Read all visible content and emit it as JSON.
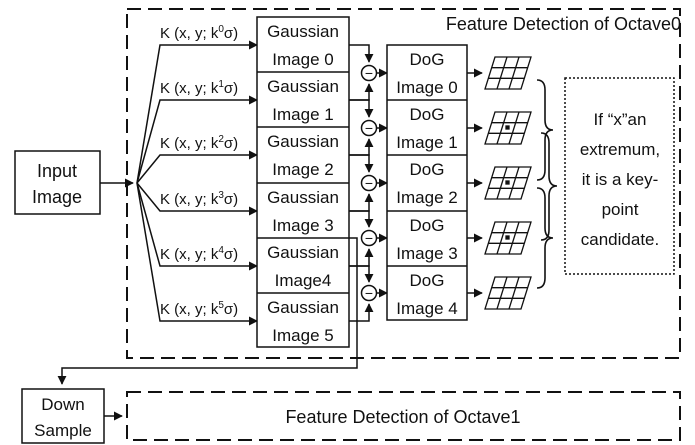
{
  "octave0_title": "Feature Detection of Octave0",
  "octave1_title": "Feature Detection of Octave1",
  "input_box": {
    "line1": "Input",
    "line2": "Image"
  },
  "down_sample_box": {
    "line1": "Down",
    "line2": "Sample"
  },
  "kernels": [
    {
      "prefix": "K (x, y; k",
      "exponent": "0",
      "sigma": "σ)"
    },
    {
      "prefix": "K (x, y; k",
      "exponent": "1",
      "sigma": "σ)"
    },
    {
      "prefix": "K (x, y; k",
      "exponent": "2",
      "sigma": "σ)"
    },
    {
      "prefix": "K (x, y; k",
      "exponent": "3",
      "sigma": "σ)"
    },
    {
      "prefix": "K (x, y; k",
      "exponent": "4",
      "sigma": "σ)"
    },
    {
      "prefix": "K (x, y; k",
      "exponent": "5",
      "sigma": "σ)"
    }
  ],
  "gaussian_images": [
    {
      "line1": "Gaussian",
      "line2": "Image 0"
    },
    {
      "line1": "Gaussian",
      "line2": "Image 1"
    },
    {
      "line1": "Gaussian",
      "line2": "Image 2"
    },
    {
      "line1": "Gaussian",
      "line2": "Image 3"
    },
    {
      "line1": "Gaussian",
      "line2": "Image4"
    },
    {
      "line1": "Gaussian",
      "line2": "Image 5"
    }
  ],
  "dog_images": [
    {
      "line1": "DoG",
      "line2": "Image 0"
    },
    {
      "line1": "DoG",
      "line2": "Image 1"
    },
    {
      "line1": "DoG",
      "line2": "Image 2"
    },
    {
      "line1": "DoG",
      "line2": "Image 3"
    },
    {
      "line1": "DoG",
      "line2": "Image 4"
    }
  ],
  "subtract_symbol": "−",
  "candidate_box": {
    "lines": [
      "If  “x”an",
      "extremum,",
      "it is a key-",
      "point",
      "candidate."
    ]
  }
}
